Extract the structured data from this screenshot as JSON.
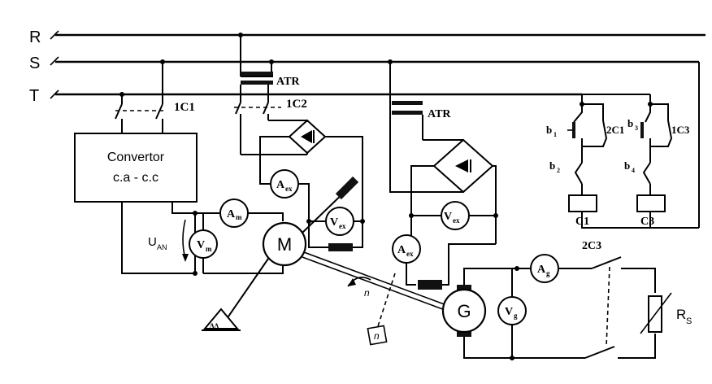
{
  "bus_labels": {
    "r": "R",
    "s": "S",
    "t": "T"
  },
  "atr_label_1": "ATR",
  "atr_label_2": "ATR",
  "contactor_1c1": "1C1",
  "contactor_1c2": "1C2",
  "convertor_line1": "Convertor",
  "convertor_line2": "c.a - c.c",
  "uan_label": "U",
  "uan_sub": "AN",
  "motor_label": "M",
  "generator_label": "G",
  "speed_sensor_label": "n",
  "speed_arrow_label": "n",
  "rs_label": "R",
  "rs_sub": "S",
  "contact_2c3_top": "2C3",
  "meters": {
    "am": {
      "main": "A",
      "sub": "m"
    },
    "vm": {
      "main": "V",
      "sub": "m"
    },
    "aex_motor": {
      "main": "A",
      "sub": "ex"
    },
    "vex_motor": {
      "main": "V",
      "sub": "ex"
    },
    "vex_gen": {
      "main": "V",
      "sub": "ex"
    },
    "aex_gen": {
      "main": "A",
      "sub": "ex"
    },
    "ag": {
      "main": "A",
      "sub": "g"
    },
    "vg": {
      "main": "V",
      "sub": "g"
    }
  },
  "control": {
    "b1_main": "b",
    "b1_sub": "1",
    "b2_main": "b",
    "b2_sub": "2",
    "b3_main": "b",
    "b3_sub": "3",
    "b4_main": "b",
    "b4_sub": "4",
    "c2c1": "2C1",
    "c1c3": "1C3",
    "coil_c1": "C1",
    "coil_c3": "C3"
  }
}
